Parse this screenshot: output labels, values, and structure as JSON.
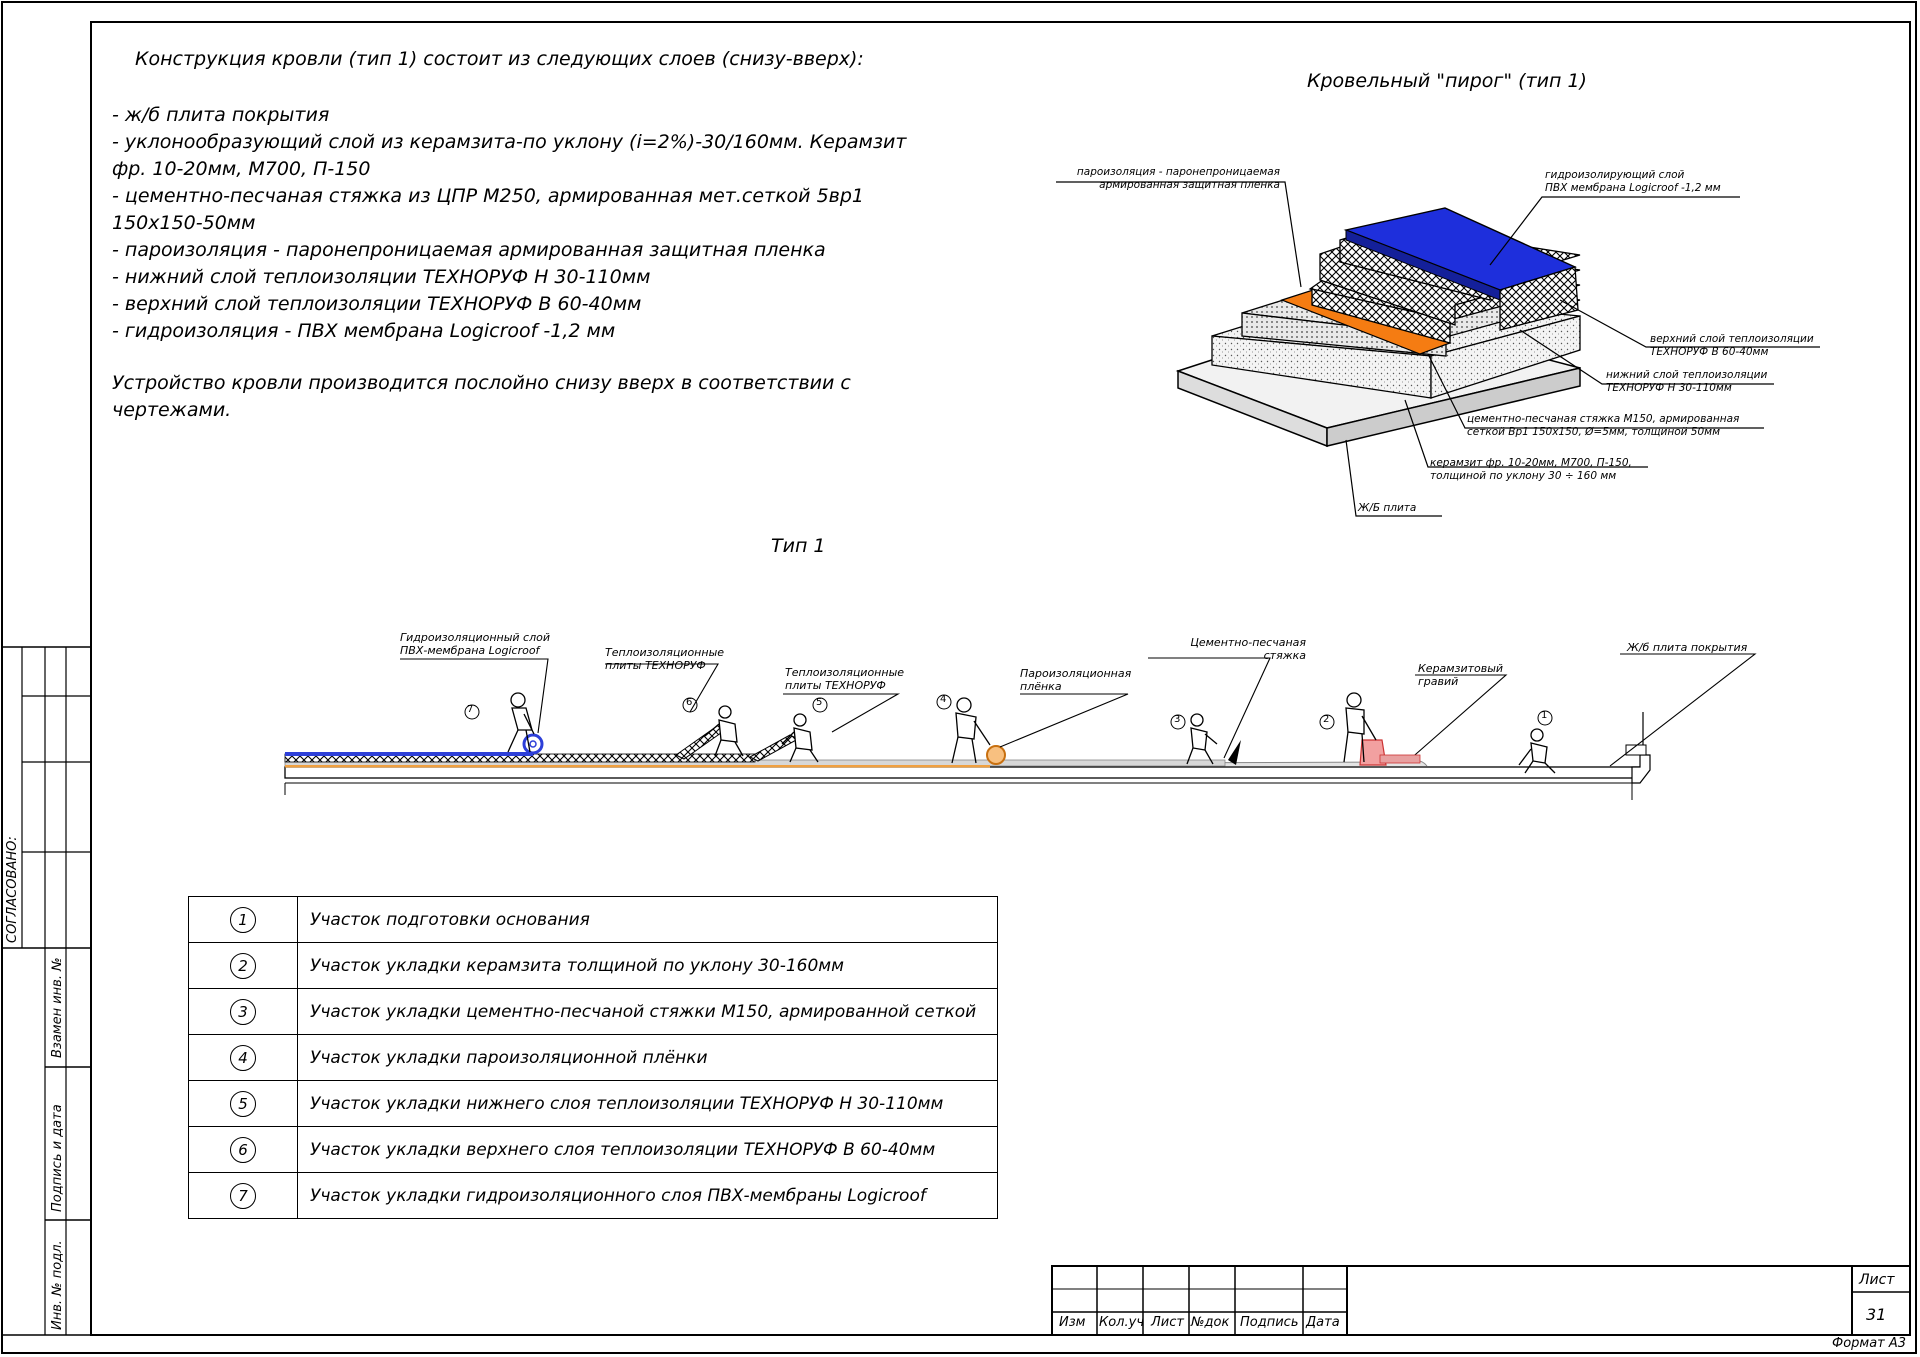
{
  "intro": "Конструкция кровли (тип 1) состоит из следующих слоев (снизу-вверх):",
  "layers": [
    "- ж/б плита покрытия",
    "- уклонообразующий слой из керамзита-по уклону (i=2%)-30/160мм. Керамзит",
    "фр. 10-20мм, М700, П-150",
    "- цементно-песчаная стяжка из ЦПР М250, армированная мет.сеткой 5вр1",
    "150х150-50мм",
    "- пароизоляция - паронепроницаемая армированная защитная пленка",
    "- нижний слой теплоизоляции ТЕХНОРУФ Н 30-110мм",
    "- верхний слой теплоизоляции ТЕХНОРУФ В 60-40мм",
    "- гидроизоляция - ПВХ мембрана Logicroof -1,2 мм"
  ],
  "note": [
    "Устройство кровли производится послойно снизу вверх в соответствии с",
    "чертежами."
  ],
  "pie": {
    "title": "Кровельный \"пирог\" (тип 1)",
    "labels": {
      "vapor": [
        "пароизоляция - паронепроницаемая",
        "армированная защитная пленка"
      ],
      "membrane": [
        "гидроизолирующий слой",
        "ПВХ мембрана Logicroof -1,2 мм"
      ],
      "upper": [
        "верхний слой теплоизоляции",
        "ТЕХНОРУФ В 60-40мм"
      ],
      "lower": [
        "нижний слой теплоизоляции",
        "ТЕХНОРУФ Н 30-110мм"
      ],
      "screed": [
        "цементно-песчаная стяжка М150, армированная",
        "сеткой Вр1 150х150, Ø=5мм, толщиной 50мм"
      ],
      "clay": [
        "керамзит фр. 10-20мм, М700, П-150,",
        "толщиной по уклону 30 ÷ 160 мм"
      ],
      "slab": [
        "Ж/Б плита"
      ]
    },
    "colors": {
      "membrane": "#1e2fdc",
      "vapor": "#f57c12"
    }
  },
  "type_label": "Тип 1",
  "section": {
    "callouts": {
      "c7": [
        "Гидроизоляционный слой",
        "ПВХ-мембрана Logicroof"
      ],
      "c6": [
        "Теплоизоляционные",
        "плиты ТЕХНОРУФ"
      ],
      "c5": [
        "Теплоизоляционные",
        "плиты ТЕХНОРУФ"
      ],
      "c4": [
        "Пароизоляционная",
        "плёнка"
      ],
      "c3": [
        "Цементно-песчаная",
        "стяжка"
      ],
      "c2": [
        "Керамзитовый",
        "гравий"
      ],
      "c1": [
        "Ж/б плита покрытия"
      ]
    },
    "markers": [
      "7",
      "6",
      "5",
      "4",
      "3",
      "2",
      "1"
    ]
  },
  "legend": [
    {
      "num": "1",
      "text": "Участок подготовки основания"
    },
    {
      "num": "2",
      "text": "Участок укладки керамзита толщиной по уклону 30-160мм"
    },
    {
      "num": "3",
      "text": "Участок укладки цементно-песчаной стяжки М150, армированной сеткой"
    },
    {
      "num": "4",
      "text": "Участок укладки пароизоляционной плёнки"
    },
    {
      "num": "5",
      "text": "Участок укладки нижнего слоя теплоизоляции ТЕХНОРУФ Н 30-110мм"
    },
    {
      "num": "6",
      "text": "Участок укладки верхнего слоя теплоизоляции ТЕХНОРУФ В 60-40мм"
    },
    {
      "num": "7",
      "text": "Участок укладки гидроизоляционного слоя ПВХ-мембраны Logicroof"
    }
  ],
  "side": {
    "agreed": "СОГЛАСОВАНО:",
    "replace": "Взамен инв. №",
    "signdate": "Подпись и дата",
    "inv": "Инв. № подл."
  },
  "titleblock": {
    "cols": [
      "Изм",
      "Кол.уч",
      "Лист",
      "№док",
      "Подпись",
      "Дата"
    ],
    "sheet_label": "Лист",
    "sheet_num": "31",
    "format": "Формат А3"
  }
}
